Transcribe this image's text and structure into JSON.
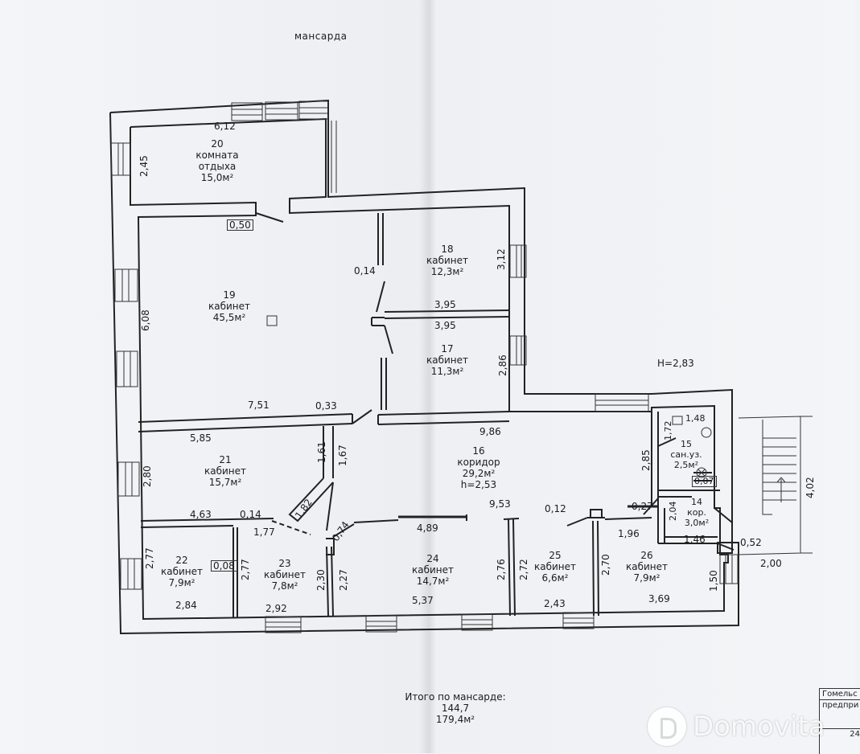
{
  "heading": "мансарда",
  "height_label": "Н=2,83",
  "rooms": {
    "r20": {
      "num": "20",
      "line1": "комната",
      "line2": "отдыха",
      "area": "15,0м²"
    },
    "r19": {
      "num": "19",
      "line1": "кабинет",
      "area": "45,5м²"
    },
    "r18": {
      "num": "18",
      "line1": "кабинет",
      "area": "12,3м²"
    },
    "r17": {
      "num": "17",
      "line1": "кабинет",
      "area": "11,3м²"
    },
    "r16": {
      "num": "16",
      "line1": "коридор",
      "area": "29,2м²",
      "extra": "h=2,53"
    },
    "r15": {
      "num": "15",
      "line1": "сан.уз.",
      "area": "2,5м²"
    },
    "r14": {
      "num": "14",
      "line1": "кор.",
      "area": "3,0м²"
    },
    "r21": {
      "num": "21",
      "line1": "кабинет",
      "area": "15,7м²"
    },
    "r22": {
      "num": "22",
      "line1": "кабинет",
      "area": "7,9м²"
    },
    "r23": {
      "num": "23",
      "line1": "кабинет",
      "area": "7,8м²"
    },
    "r24": {
      "num": "24",
      "line1": "кабинет",
      "area": "14,7м²"
    },
    "r25": {
      "num": "25",
      "line1": "кабинет",
      "area": "6,6м²"
    },
    "r26": {
      "num": "26",
      "line1": "кабинет",
      "area": "7,9м²"
    }
  },
  "dims": {
    "d612": "6,12",
    "d245": "2,45",
    "d050": "0,50",
    "d014a": "0,14",
    "d608": "6,08",
    "d312": "3,12",
    "d395a": "3,95",
    "d395b": "3,95",
    "d286": "2,86",
    "d751": "7,51",
    "d033": "0,33",
    "d986": "9,86",
    "d585": "5,85",
    "d161": "1,61",
    "d167": "1,67",
    "d280": "2,80",
    "d182": "1,82",
    "d953": "9,53",
    "d012": "0,12",
    "d463": "4,63",
    "d014b": "0,14",
    "d177": "1,77",
    "d074": "0,74",
    "d489": "4,89",
    "d277a": "2,77",
    "d008": "0,08",
    "d277b": "2,77",
    "d230": "2,30",
    "d227": "2,27",
    "d276": "2,76",
    "d272": "2,72",
    "d270": "2,70",
    "d196": "1,96",
    "d027": "0,27",
    "d284": "2,84",
    "d292": "2,92",
    "d537": "5,37",
    "d243": "2,43",
    "d369": "3,69",
    "d150": "1,50",
    "d148": "1,48",
    "d172": "1,72",
    "d285": "2,85",
    "d204": "2,04",
    "d146": "1,46",
    "d052": "0,52",
    "d007": "0,07",
    "d402": "4,02",
    "d200": "2,00"
  },
  "totals": {
    "label": "Итого по мансарде:",
    "value1": "144,7",
    "value2": "179,4м²"
  },
  "stamp": {
    "line1": "Гомельс",
    "line2": "предпри",
    "line3": "24"
  },
  "watermark": "Domovita"
}
